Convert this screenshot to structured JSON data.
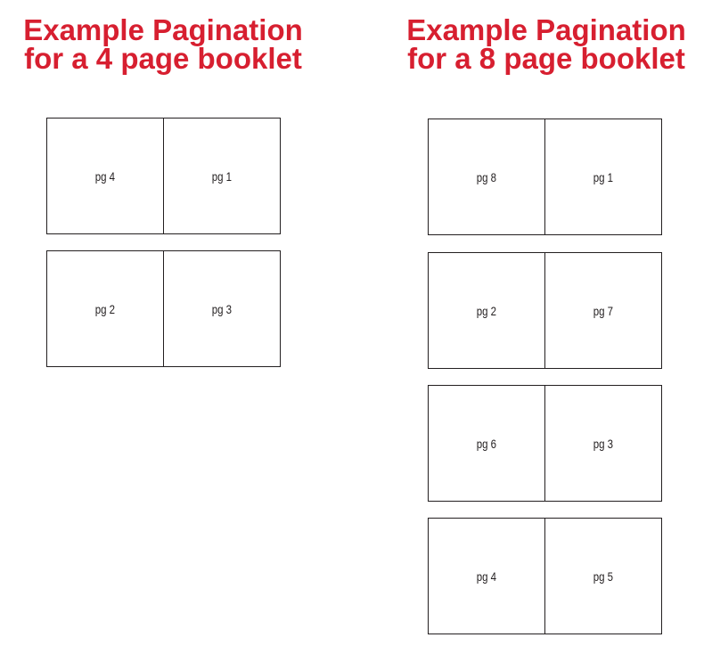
{
  "accent_color": "#d71f30",
  "line_color": "#231f20",
  "booklets": [
    {
      "title_line1": "Example Pagination",
      "title_line2": "for a 4 page booklet",
      "spreads": [
        {
          "left": "pg 4",
          "right": "pg 1"
        },
        {
          "left": "pg 2",
          "right": "pg 3"
        }
      ]
    },
    {
      "title_line1": "Example Pagination",
      "title_line2": "for a 8 page booklet",
      "spreads": [
        {
          "left": "pg 8",
          "right": "pg 1"
        },
        {
          "left": "pg 2",
          "right": "pg 7"
        },
        {
          "left": "pg 6",
          "right": "pg 3"
        },
        {
          "left": "pg 4",
          "right": "pg 5"
        }
      ]
    }
  ]
}
